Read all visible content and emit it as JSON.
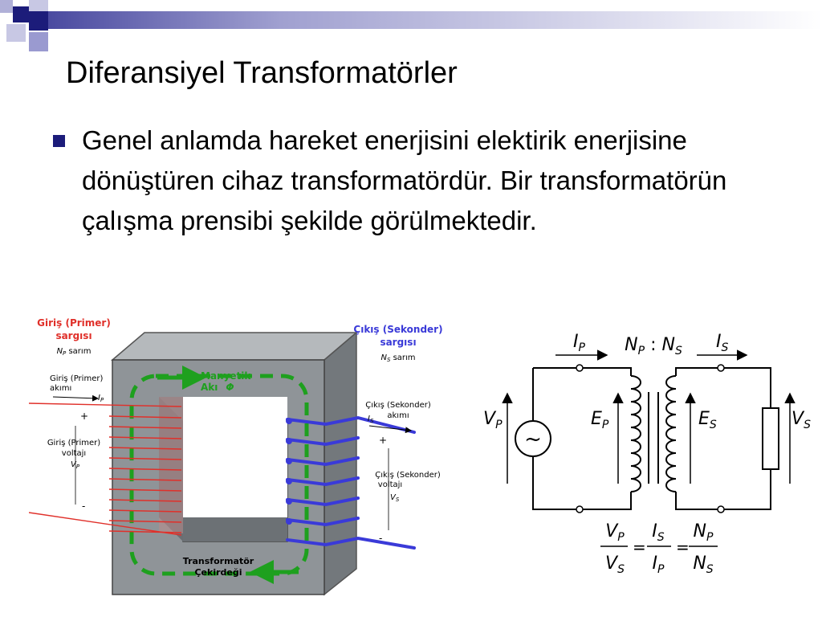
{
  "slide": {
    "title": "Diferansiyel Transformatörler",
    "bullet_text": "Genel anlamda hareket enerjisini elektirik enerjisine dönüştüren cihaz transformatördür. Bir transformatörün çalışma prensibi şekilde görülmektedir."
  },
  "colors": {
    "accent_navy": "#1c1c7a",
    "primary_red": "#e0302a",
    "secondary_blue": "#3a3ad8",
    "flux_green": "#1ea01e",
    "core_gray": "#8f9498"
  },
  "core_figure": {
    "primary_title_1": "Giriş (Primer)",
    "primary_title_2": "sargısı",
    "primary_turns_sym": "N",
    "primary_turns_sub": "P",
    "primary_turns_word": "sarım",
    "primary_current_1": "Giriş (Primer)",
    "primary_current_2": "akımı",
    "primary_current_sym": "I",
    "primary_current_sub": "P",
    "plus": "+",
    "minus": "-",
    "primary_voltage_1": "Giriş (Primer)",
    "primary_voltage_2": "voltajı",
    "primary_voltage_sym": "V",
    "primary_voltage_sub": "P",
    "flux_1": "Manyetik",
    "flux_2": "Akı",
    "flux_sym": "Φ",
    "core_1": "Transformatör",
    "core_2": "Çekirdeği",
    "secondary_title_1": "Çıkış (Sekonder)",
    "secondary_title_2": "sargısı",
    "secondary_turns_sym": "N",
    "secondary_turns_sub": "S",
    "secondary_turns_word": "sarım",
    "secondary_current_1": "Çıkış (Sekonder)",
    "secondary_current_2": "akımı",
    "secondary_current_sym": "I",
    "secondary_current_sub": "S",
    "secondary_voltage_1": "Çıkış (Sekonder)",
    "secondary_voltage_2": "voltajı",
    "secondary_voltage_sym": "V",
    "secondary_voltage_sub": "S"
  },
  "circuit_figure": {
    "ip_sym": "I",
    "ip_sub": "P",
    "is_sym": "I",
    "is_sub": "S",
    "np_sym": "N",
    "np_sub": "P",
    "colon": " : ",
    "ns_sym": "N",
    "ns_sub": "S",
    "vp_sym": "V",
    "vp_sub": "P",
    "vs_sym": "V",
    "vs_sub": "S",
    "ep_sym": "E",
    "ep_sub": "P",
    "es_sym": "E",
    "es_sub": "S",
    "source_glyph": "~",
    "equals": "=",
    "f1_num_sym": "V",
    "f1_num_sub": "P",
    "f1_den_sym": "V",
    "f1_den_sub": "S",
    "f2_num_sym": "I",
    "f2_num_sub": "S",
    "f2_den_sym": "I",
    "f2_den_sub": "P",
    "f3_num_sym": "N",
    "f3_num_sub": "P",
    "f3_den_sym": "N",
    "f3_den_sub": "S"
  }
}
